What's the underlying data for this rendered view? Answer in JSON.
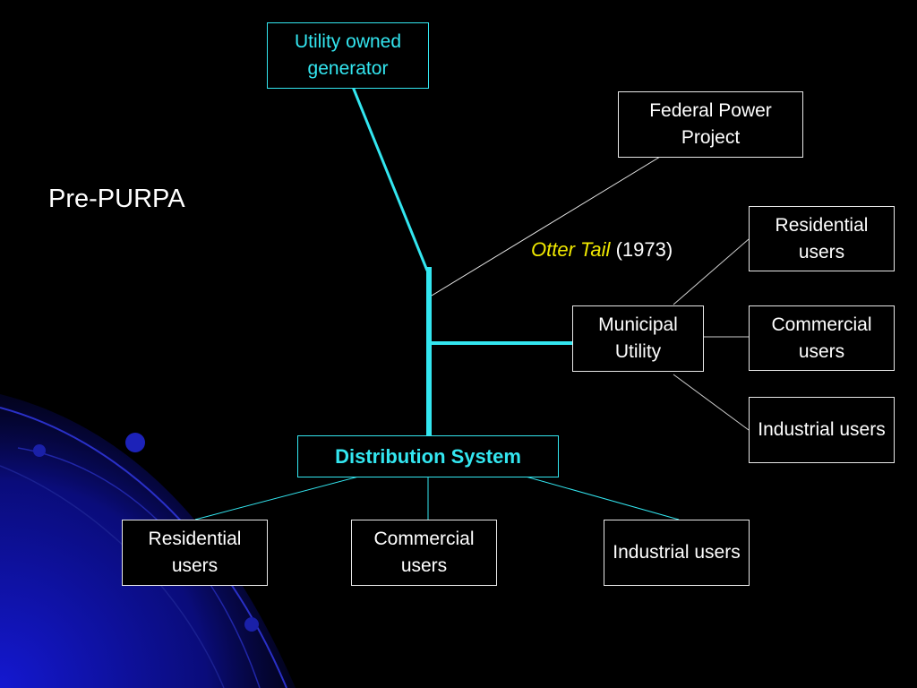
{
  "slide": {
    "title": "Pre-PURPA",
    "annotation": {
      "name_italic": "Otter Tail",
      "year": "(1973)"
    },
    "boxes": {
      "utility_generator": "Utility owned generator",
      "federal_power": "Federal Power Project",
      "municipal_utility": "Municipal Utility",
      "distribution_system": "Distribution System",
      "muni_residential": "Residential users",
      "muni_commercial": "Commercial users",
      "muni_industrial": "Industrial users",
      "dist_residential": "Residential users",
      "dist_commercial": "Commercial users",
      "dist_industrial": "Industrial users"
    },
    "colors": {
      "background": "#000000",
      "accent": "#33e6f0",
      "highlight": "#f0e800",
      "text": "#ffffff"
    }
  }
}
